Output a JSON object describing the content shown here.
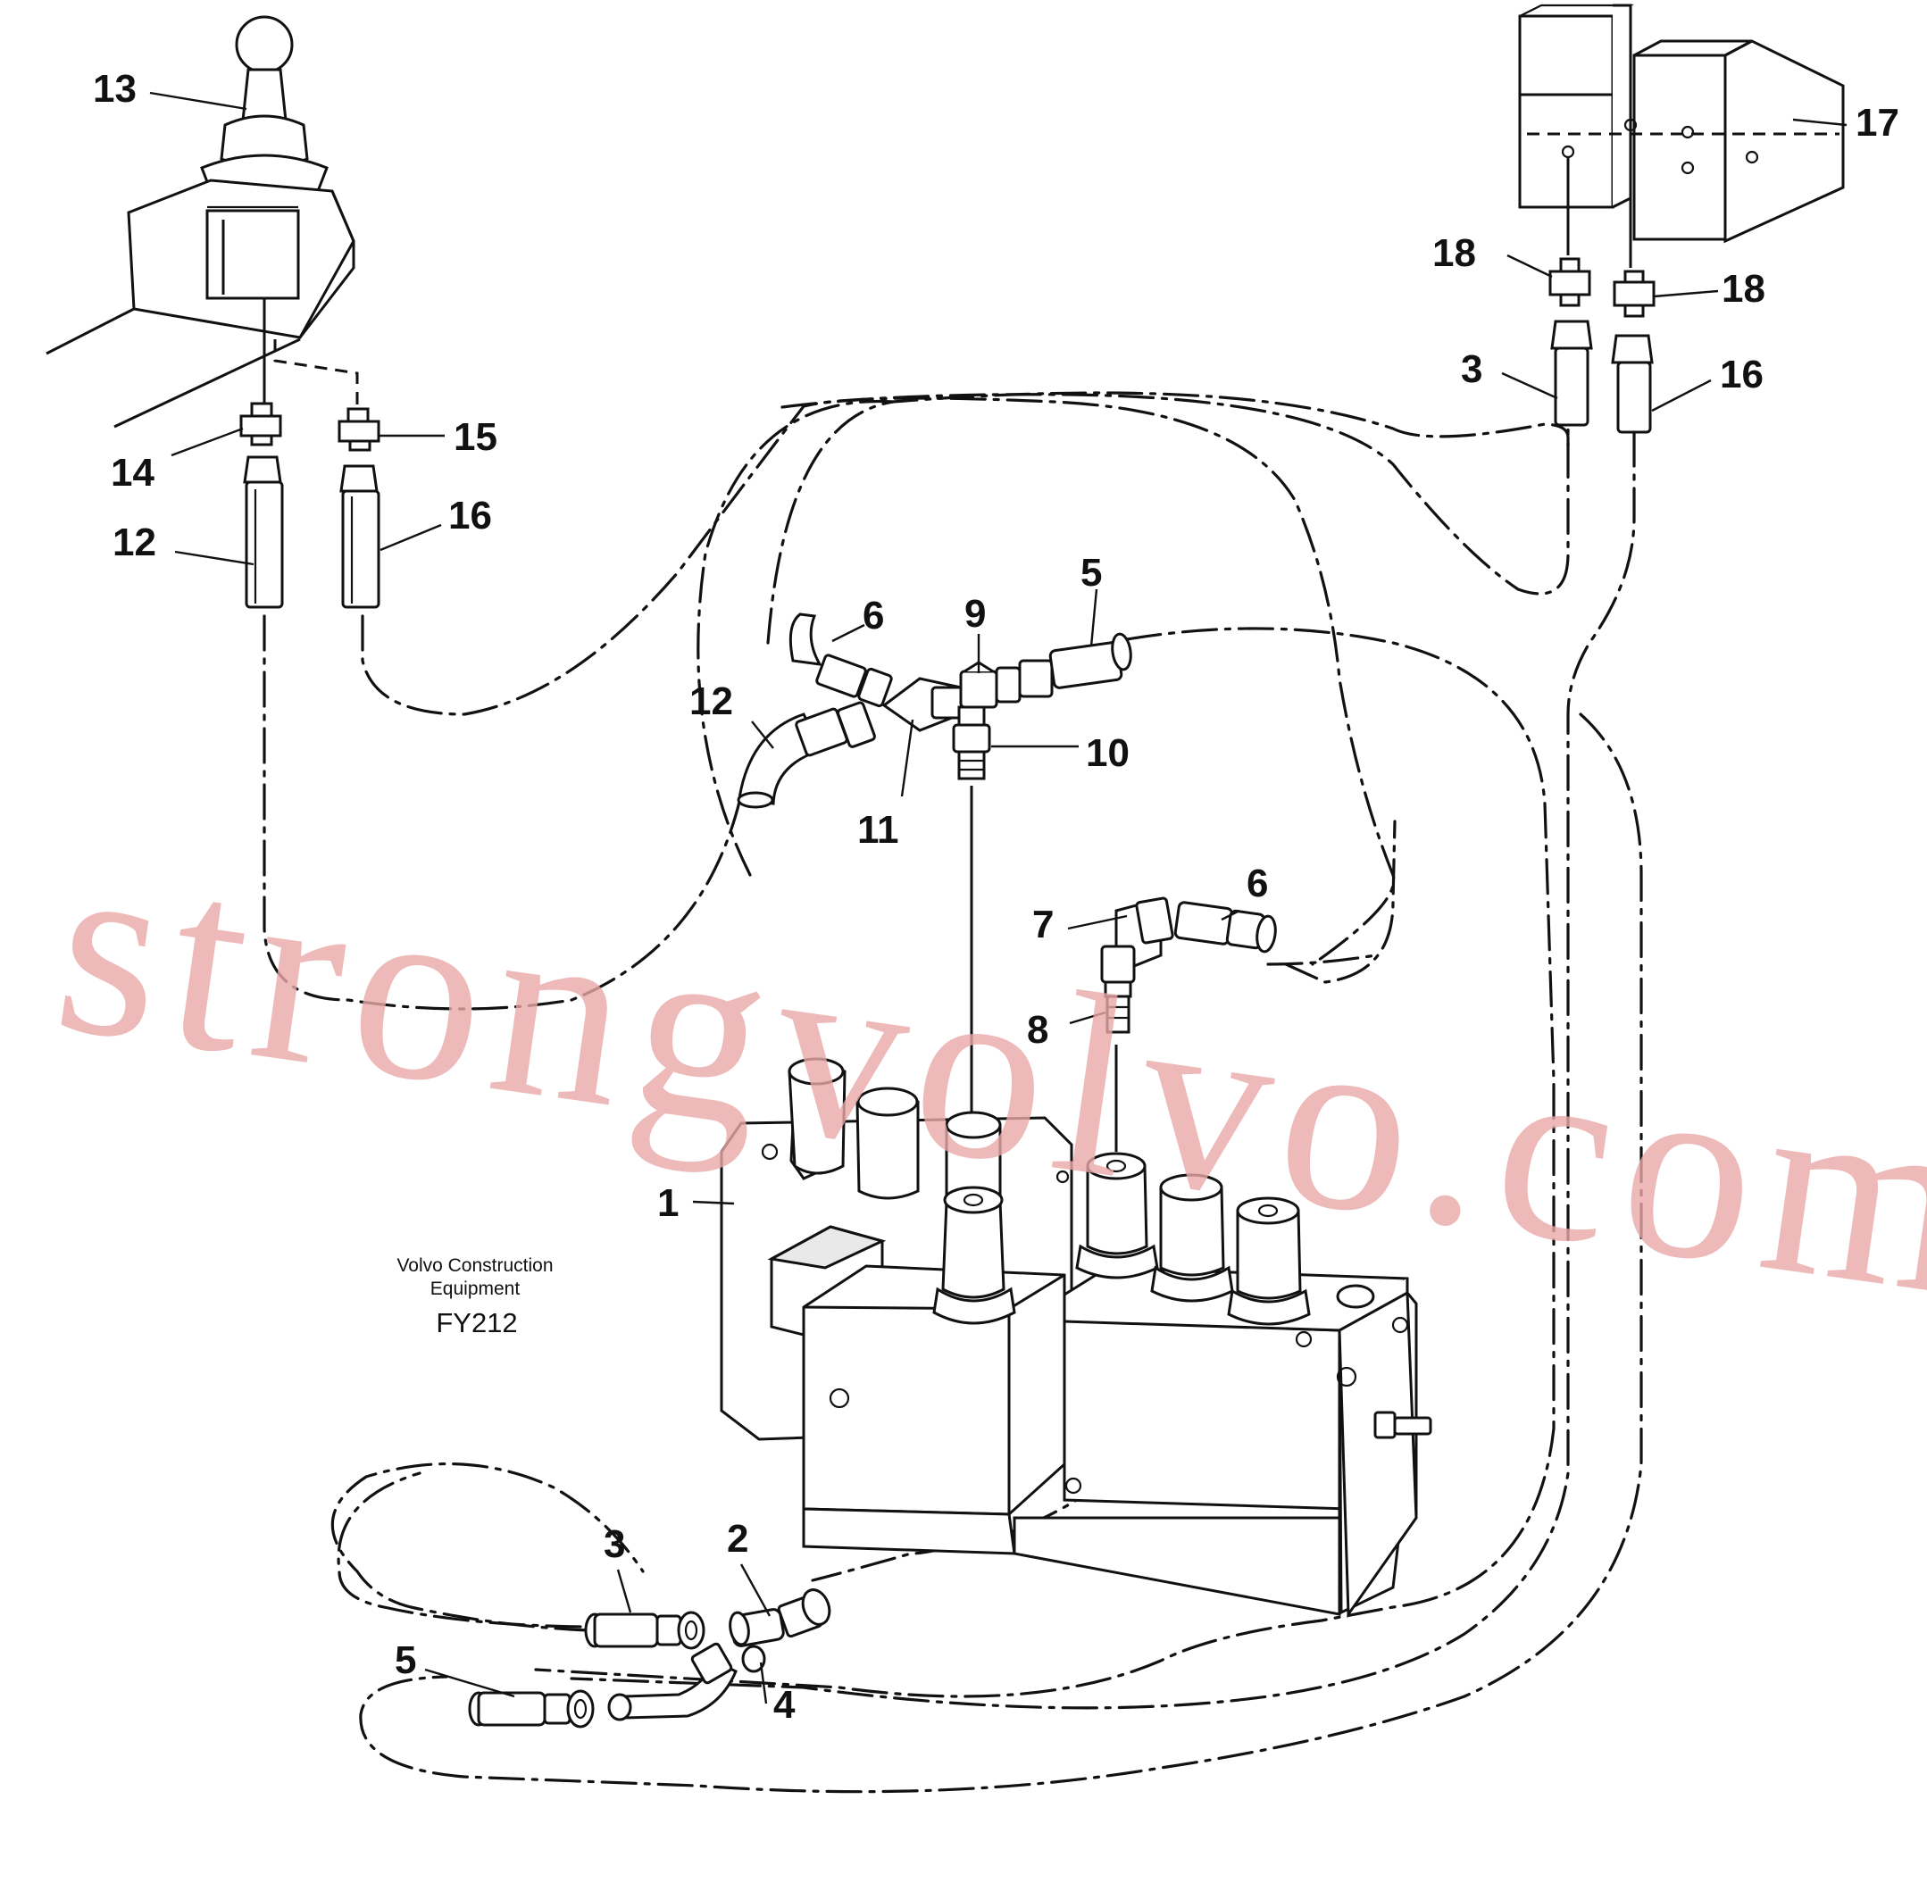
{
  "watermark": "strongvolvo.com",
  "caption": {
    "line1": "Volvo Construction",
    "line2": "Equipment",
    "code": "FY212"
  },
  "callouts": [
    "13",
    "14",
    "15",
    "16",
    "12",
    "17",
    "18",
    "18",
    "3",
    "16",
    "5",
    "6",
    "9",
    "12",
    "10",
    "11",
    "7",
    "6",
    "8",
    "1",
    "3",
    "2",
    "5",
    "4"
  ]
}
